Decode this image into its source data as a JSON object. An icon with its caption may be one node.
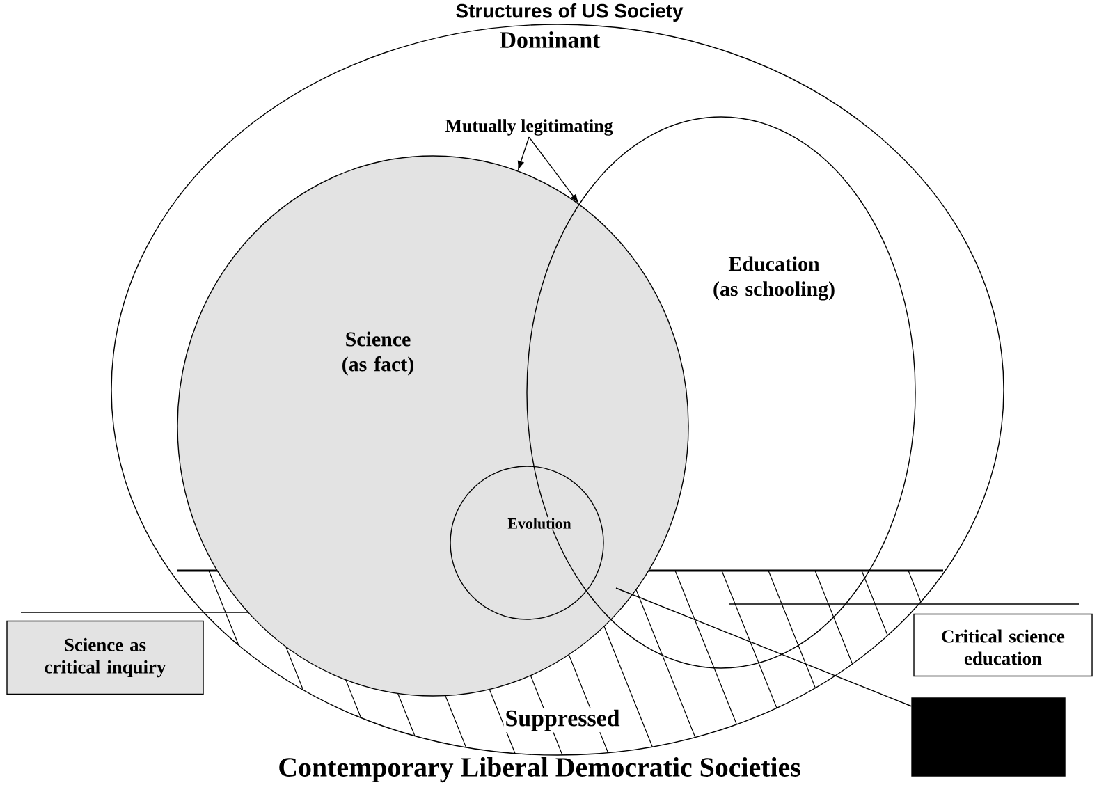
{
  "diagram": {
    "title": "Structures of US Society",
    "nodes": [
      {
        "text": [
          "Dominant",
          "Suppressed",
          "Contemporary Liberal Democratic Societies"
        ]
      },
      {
        "text": [
          "Mutually legitimating"
        ],
        "in": 0
      },
      {
        "text": [
          "Science (as fact)"
        ],
        "in": 0
      },
      {
        "text": [
          "Education (as schooling)"
        ],
        "in": 0
      },
      {
        "text": [
          "Evolution"
        ],
        "in": 2
      },
      {
        "text": [
          "Science as critical inquiry"
        ]
      },
      {
        "text": [
          "Critical science education"
        ]
      },
      {
        "text": [],
        "shape": "box"
      }
    ],
    "edges": [
      {
        "from": 1,
        "to": 2,
        "arrow": "to"
      },
      {
        "from": 1,
        "to": 3,
        "arrow": "to"
      },
      {
        "from": 7,
        "to": 3,
        "arrow": "none"
      }
    ]
  }
}
